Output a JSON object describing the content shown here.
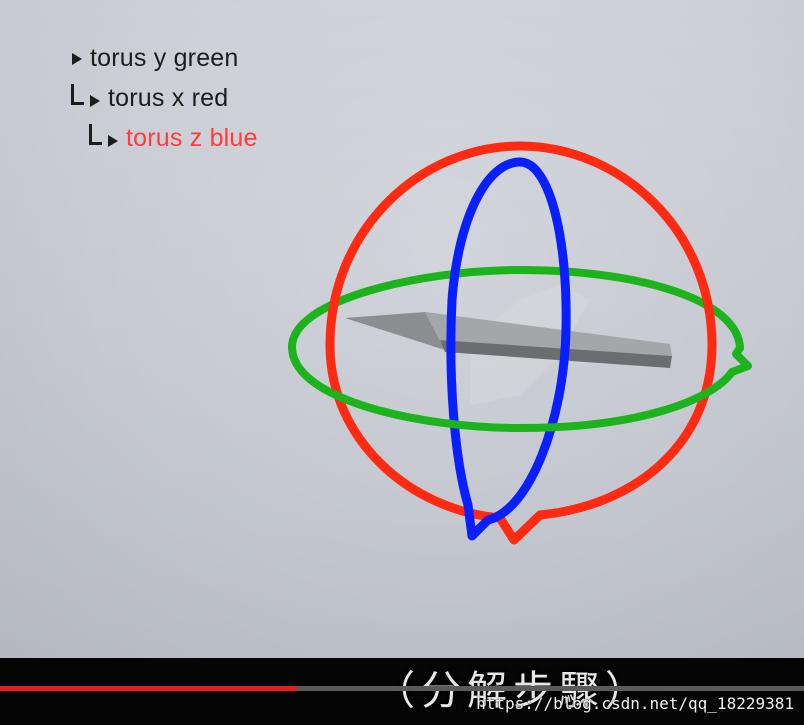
{
  "outliner": {
    "items": [
      {
        "label": "torus y green",
        "level": 1,
        "selected": false
      },
      {
        "label": "torus x red",
        "level": 2,
        "selected": false
      },
      {
        "label": "torus z blue",
        "level": 3,
        "selected": true
      }
    ]
  },
  "scene": {
    "rings": [
      {
        "name": "red-ring",
        "color": "#ff2a12"
      },
      {
        "name": "green-ring",
        "color": "#1db31d"
      },
      {
        "name": "blue-ring",
        "color": "#0a1fff"
      }
    ],
    "object": {
      "name": "arrow-model",
      "color": "#8a8a8a"
    }
  },
  "video": {
    "subtitle": "（分解步驟）",
    "progress": 0.37,
    "watermark": "https://blog.csdn.net/qq_18229381"
  },
  "colors": {
    "selected_text": "#ff3b3b",
    "progress_played": "#e21b1b",
    "bar_bg": "#050505"
  }
}
